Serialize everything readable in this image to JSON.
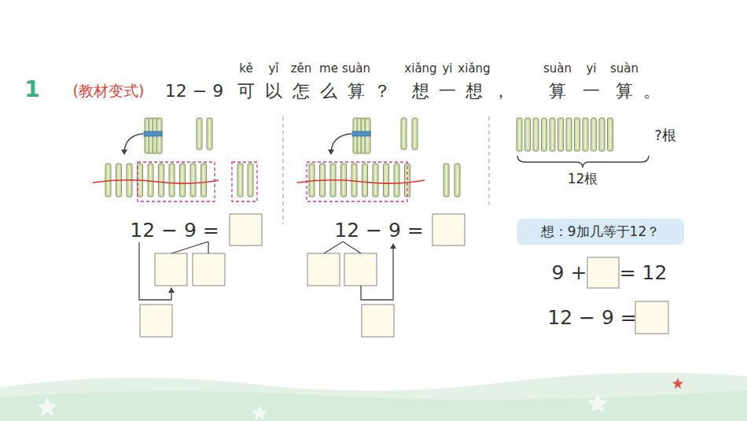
{
  "diagram": {
    "nodes": [
      {
        "text": [
          "想：9加几等于12？"
        ]
      }
    ],
    "labels": [
      "1",
      "(教材变式)",
      "12 − 9",
      "可",
      "以",
      "怎",
      "么",
      "算",
      "？",
      "想",
      "一",
      "想",
      "，",
      "算",
      "一",
      "算",
      "。",
      "kě",
      "yǐ",
      "zěn",
      "me",
      "suàn",
      "xiǎng",
      "yi",
      "xiǎng",
      "suàn",
      "yi",
      "suàn",
      "12 − 9 =",
      "12 − 9 =",
      "?根",
      "12根",
      "9 +",
      "= 12",
      "12 − 9 ="
    ]
  }
}
